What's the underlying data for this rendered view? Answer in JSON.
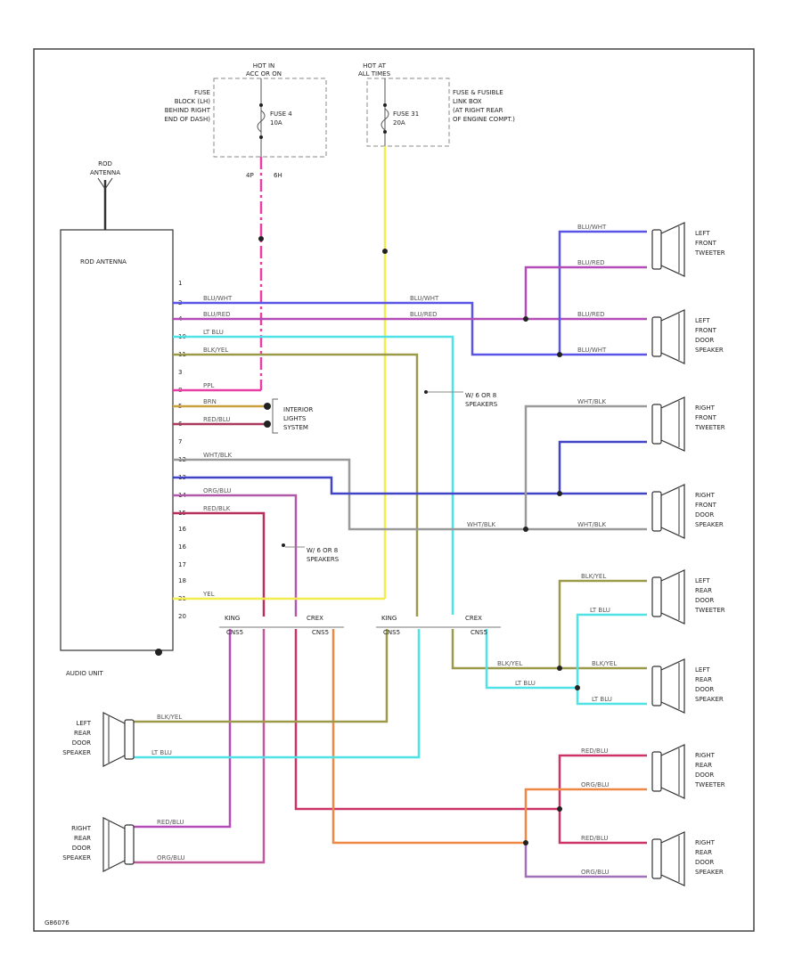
{
  "fuse_left": {
    "header": [
      "HOT IN",
      "ACC OR ON"
    ],
    "location": [
      "FUSE",
      "BLOCK (LH)",
      "BEHIND RIGHT",
      "END OF DASH)"
    ],
    "rating": [
      "FUSE 4",
      "10A"
    ]
  },
  "fuse_right": {
    "header": [
      "HOT AT",
      "ALL TIMES"
    ],
    "location": [
      "FUSE & FUSIBLE",
      "LINK BOX",
      "(AT RIGHT REAR",
      "OF ENGINE COMPT.)"
    ],
    "rating": [
      "FUSE 31",
      "20A"
    ]
  },
  "fuse_pins": {
    "left": "4P",
    "right": "6H"
  },
  "antenna": {
    "label": [
      "ROD",
      "ANTENNA"
    ],
    "box_title": "ROD ANTENNA"
  },
  "audio_unit": {
    "label": "AUDIO UNIT",
    "pins": [
      "1",
      "2",
      "4",
      "10",
      "11",
      "3",
      "8",
      "5",
      "6",
      "7",
      "12",
      "13",
      "14",
      "15",
      "16",
      "16",
      "17",
      "18",
      "21",
      "20"
    ]
  },
  "illumination": [
    "INTERIOR",
    "LIGHTS",
    "SYSTEM"
  ],
  "speaker_notes": {
    "upper": [
      "W/ 6 OR 8",
      "SPEAKERS"
    ],
    "lower": [
      "W/ 6 OR 8",
      "SPEAKERS"
    ]
  },
  "connectors": [
    {
      "a": "KING",
      "b": "CREX",
      "c": "CNS5"
    },
    {
      "a": "KING",
      "b": "CREX",
      "c": "CNS5"
    }
  ],
  "wire_labels": {
    "blu_wht": "BLU/WHT",
    "blu_red": "BLU/RED",
    "lt_blu": "LT BLU",
    "blk_yel": "BLK/YEL",
    "ppl": "PPL",
    "brn": "BRN",
    "red_blu": "RED/BLU",
    "wht_blk": "WHT/BLK",
    "org_blu": "ORG/BLU",
    "red_blk": "RED/BLK",
    "yel": "YEL"
  },
  "speakers": {
    "lf_tweeter": [
      "LEFT",
      "FRONT",
      "TWEETER"
    ],
    "lf_door": [
      "LEFT",
      "FRONT",
      "DOOR",
      "SPEAKER"
    ],
    "rf_tweeter": [
      "RIGHT",
      "FRONT",
      "TWEETER"
    ],
    "rf_door": [
      "RIGHT",
      "FRONT",
      "DOOR",
      "SPEAKER"
    ],
    "lr_tweeter": [
      "LEFT",
      "REAR",
      "DOOR",
      "TWEETER"
    ],
    "lr_door": [
      "LEFT",
      "REAR",
      "DOOR",
      "SPEAKER"
    ],
    "rr_tweeter": [
      "RIGHT",
      "REAR",
      "DOOR",
      "TWEETER"
    ],
    "rr_door": [
      "RIGHT",
      "REAR",
      "DOOR",
      "SPEAKER"
    ],
    "lr_door_left": [
      "LEFT",
      "REAR",
      "DOOR",
      "SPEAKER"
    ],
    "rr_door_left": [
      "RIGHT",
      "REAR",
      "DOOR",
      "SPEAKER"
    ]
  },
  "footer_code": "G86076"
}
